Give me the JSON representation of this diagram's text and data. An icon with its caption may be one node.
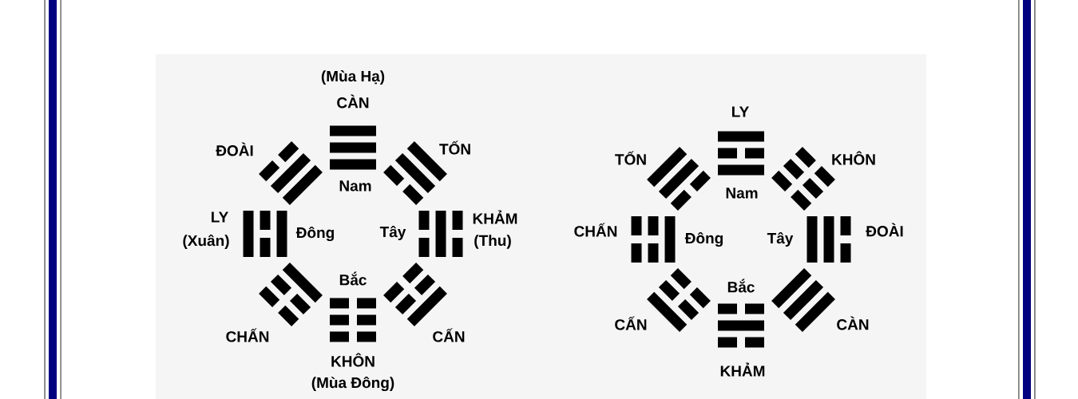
{
  "diagram": {
    "nodes": [
      {
        "text": [
          "(Mùa Hạ)",
          "CÀN"
        ],
        "beside": [
          "Nam"
        ]
      },
      {
        "text": [
          "ĐOÀI"
        ]
      },
      {
        "text": [
          "TỐN"
        ]
      },
      {
        "text": [
          "LY",
          "(Xuân)"
        ],
        "beside": [
          "Đông"
        ]
      },
      {
        "text": [
          "KHẢM",
          "(Thu)"
        ],
        "beside": [
          "Tây"
        ]
      },
      {
        "text": [
          "CHẤN"
        ]
      },
      {
        "text": [
          "KHÔN",
          "(Mùa Đông)"
        ],
        "beside": [
          "Bắc"
        ]
      },
      {
        "text": [
          "CẤN"
        ]
      },
      {
        "text": [
          "LY"
        ],
        "beside": [
          "Nam"
        ]
      },
      {
        "text": [
          "TỐN"
        ]
      },
      {
        "text": [
          "KHÔN"
        ]
      },
      {
        "text": [
          "CHẤN"
        ],
        "beside": [
          "Đông"
        ]
      },
      {
        "text": [
          "ĐOÀI"
        ],
        "beside": [
          "Tây"
        ]
      },
      {
        "text": [
          "CẤN"
        ]
      },
      {
        "text": [
          "KHẢM"
        ],
        "beside": [
          "Bắc"
        ]
      },
      {
        "text": [
          "CÀN"
        ]
      }
    ]
  }
}
